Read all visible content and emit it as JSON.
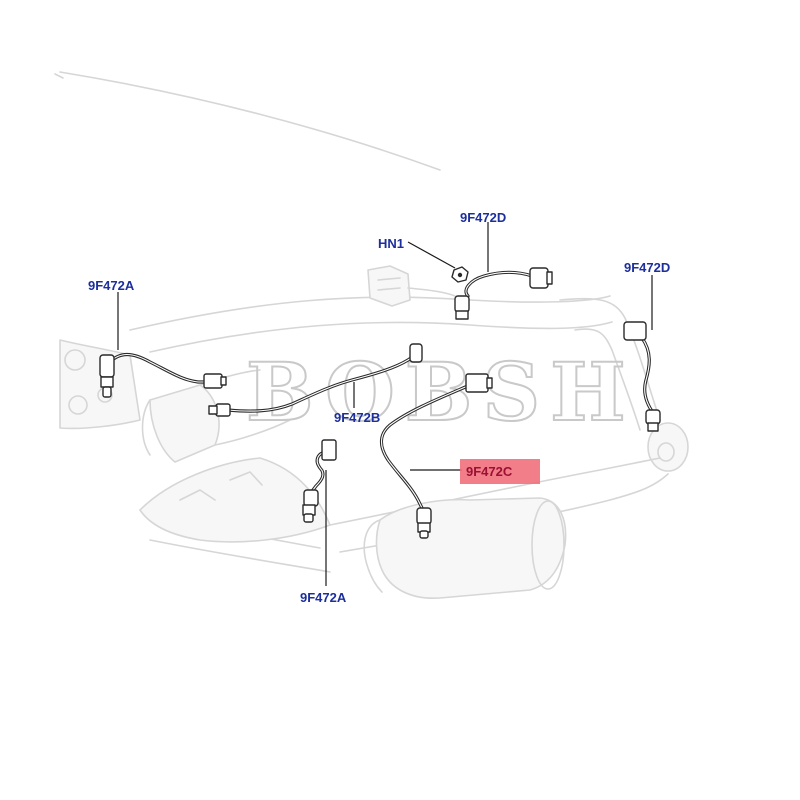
{
  "watermark": "BOBSH",
  "callouts": {
    "sensor_a_left": "9F472A",
    "sensor_a_bottom": "9F472A",
    "sensor_b": "9F472B",
    "sensor_c": "9F472C",
    "sensor_d_top": "9F472D",
    "sensor_d_right": "9F472D",
    "nut": "HN1"
  },
  "colors": {
    "label": "#1c2f9c",
    "highlight_fill": "#f0707c",
    "highlight_text": "#9c1033"
  },
  "highlighted_part": "9F472C"
}
